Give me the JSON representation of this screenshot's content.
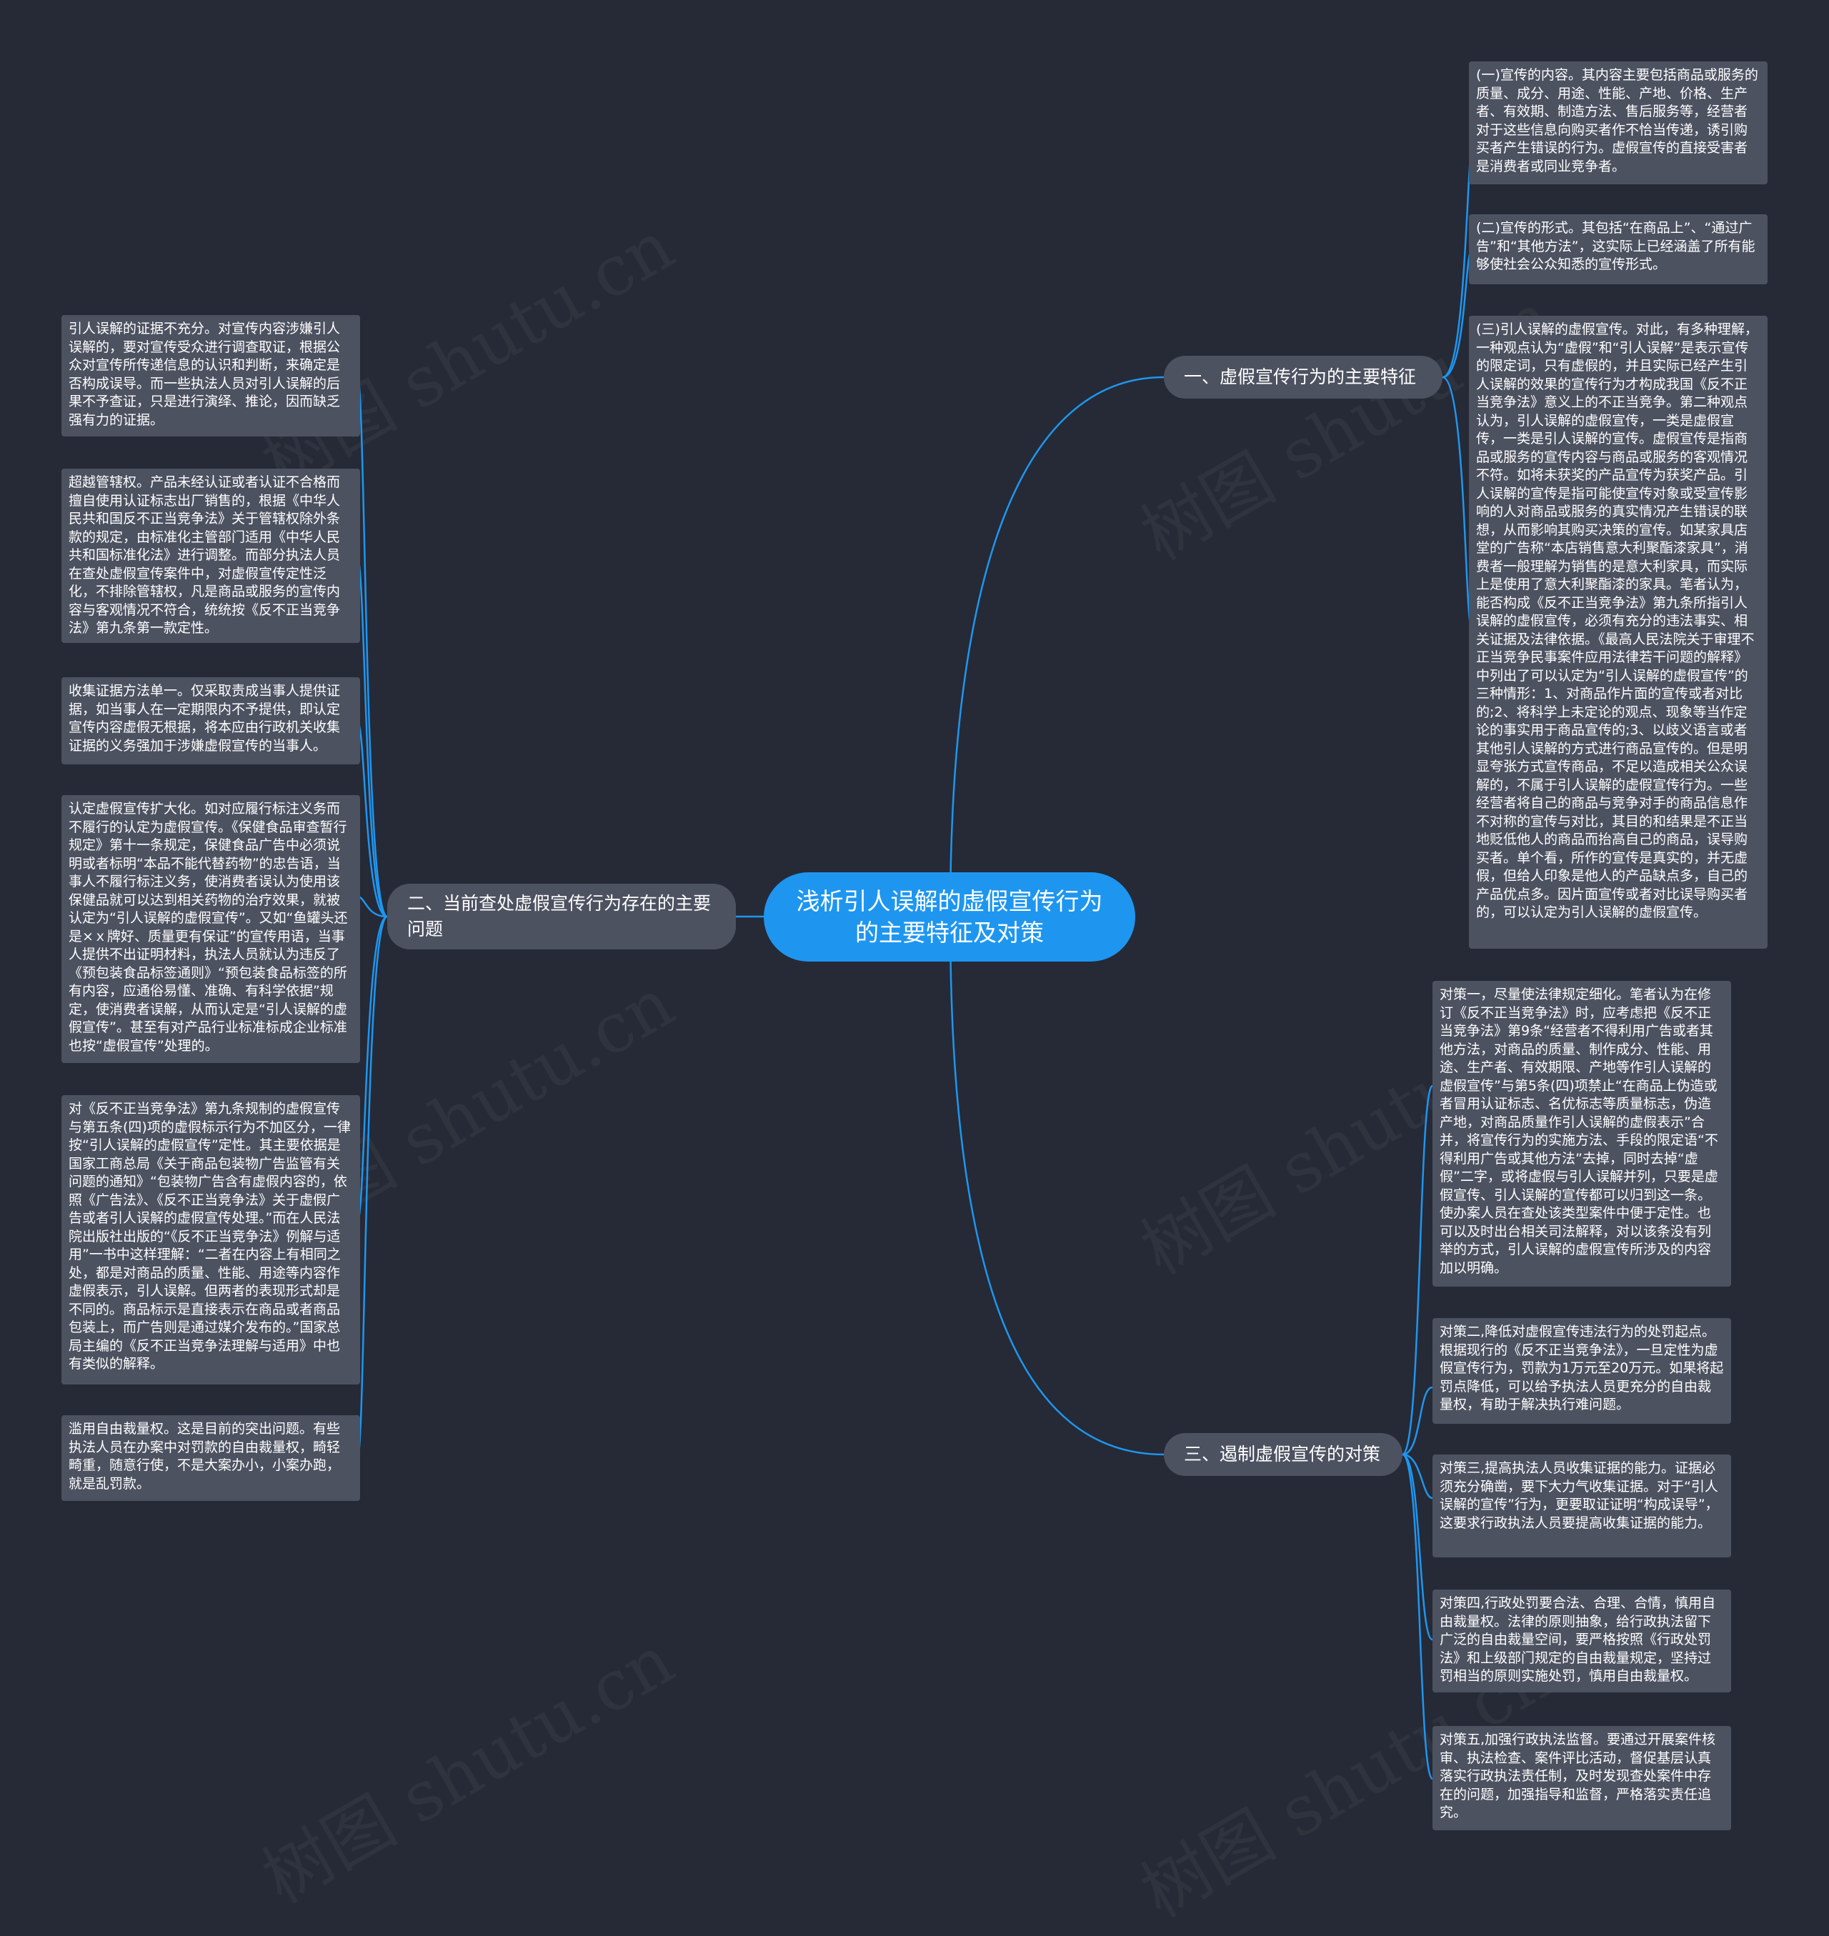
{
  "root": {
    "title": "浅析引人误解的虚假宣传行为的主要特征及对策"
  },
  "branches": [
    {
      "label": "一、虚假宣传行为的主要特征"
    },
    {
      "label": "二、当前查处虚假宣传行为存在的主要问题"
    },
    {
      "label": "三、遏制虚假宣传的对策"
    }
  ],
  "features": [
    "(一)宣传的内容。其内容主要包括商品或服务的质量、成分、用途、性能、产地、价格、生产者、有效期、制造方法、售后服务等，经营者对于这些信息向购买者作不恰当传递，诱引购买者产生错误的行为。虚假宣传的直接受害者是消费者或同业竞争者。",
    "(二)宣传的形式。其包括“在商品上”、“通过广告”和“其他方法”，这实际上已经涵盖了所有能够使社会公众知悉的宣传形式。",
    "(三)引人误解的虚假宣传。对此，有多种理解，一种观点认为“虚假”和“引人误解”是表示宣传的限定词，只有虚假的，并且实际已经产生引人误解的效果的宣传行为才构成我国《反不正当竞争法》意义上的不正当竞争。第二种观点认为，引人误解的虚假宣传，一类是虚假宣传，一类是引人误解的宣传。虚假宣传是指商品或服务的宣传内容与商品或服务的客观情况不符。如将未获奖的产品宣传为获奖产品。引人误解的宣传是指可能使宣传对象或受宣传影响的人对商品或服务的真实情况产生错误的联想，从而影响其购买决策的宣传。如某家具店堂的广告称“本店销售意大利聚酯漆家具”，消费者一般理解为销售的是意大利家具，而实际上是使用了意大利聚酯漆的家具。笔者认为，能否构成《反不正当竞争法》第九条所指引人误解的虚假宣传，必须有充分的违法事实、相关证据及法律依据。《最高人民法院关于审理不正当竞争民事案件应用法律若干问题的解释》中列出了可以认定为“引人误解的虚假宣传”的三种情形：1、对商品作片面的宣传或者对比的;2、将科学上未定论的观点、现象等当作定论的事实用于商品宣传的;3、以歧义语言或者其他引人误解的方式进行商品宣传的。但是明显夸张方式宣传商品，不足以造成相关公众误解的，不属于引人误解的虚假宣传行为。一些经营者将自己的商品与竞争对手的商品信息作不对称的宣传与对比，其目的和结果是不正当地贬低他人的商品而抬高自己的商品，误导购买者。单个看，所作的宣传是真实的，并无虚假，但给人印象是他人的产品缺点多，自己的产品优点多。因片面宣传或者对比误导购买者的，可以认定为引人误解的虚假宣传。"
  ],
  "problems": [
    "引人误解的证据不充分。对宣传内容涉嫌引人误解的，要对宣传受众进行调查取证，根据公众对宣传所传递信息的认识和判断，来确定是否构成误导。而一些执法人员对引人误解的后果不予查证，只是进行演绎、推论，因而缺乏强有力的证据。",
    "超越管辖权。产品未经认证或者认证不合格而擅自使用认证标志出厂销售的，根据《中华人民共和国反不正当竞争法》关于管辖权除外条款的规定，由标准化主管部门适用《中华人民共和国标准化法》进行调整。而部分执法人员在查处虚假宣传案件中，对虚假宣传定性泛化，不排除管辖权，凡是商品或服务的宣传内容与客观情况不符合，统统按《反不正当竞争法》第九条第一款定性。",
    "收集证据方法单一。仅采取责成当事人提供证据，如当事人在一定期限内不予提供，即认定宣传内容虚假无根据，将本应由行政机关收集证据的义务强加于涉嫌虚假宣传的当事人。",
    "认定虚假宣传扩大化。如对应履行标注义务而不履行的认定为虚假宣传。《保健食品审查暂行规定》第十一条规定，保健食品广告中必须说明或者标明“本品不能代替药物”的忠告语，当事人不履行标注义务，使消费者误认为使用该保健品就可以达到相关药物的治疗效果，就被认定为“引人误解的虚假宣传”。又如“鱼罐头还是×ｘ牌好、质量更有保证”的宣传用语，当事人提供不出证明材料，执法人员就认为违反了《预包装食品标签通则》“预包装食品标签的所有内容，应通俗易懂、准确、有科学依据”规定，使消费者误解，从而认定是“引人误解的虚假宣传”。甚至有对产品行业标准标成企业标准也按“虚假宣传”处理的。",
    "对《反不正当竞争法》第九条规制的虚假宣传与第五条(四)项的虚假标示行为不加区分，一律按“引人误解的虚假宣传”定性。其主要依据是国家工商总局《关于商品包装物广告监管有关问题的通知》“包装物广告含有虚假内容的，依照《广告法》、《反不正当竞争法》关于虚假广告或者引人误解的虚假宣传处理。”而在人民法院出版社出版的“《反不正当竞争法》例解与适用”一书中这样理解：“二者在内容上有相同之处，都是对商品的质量、性能、用途等内容作虚假表示，引人误解。但两者的表现形式却是不同的。商品标示是直接表示在商品或者商品包装上，而广告则是通过媒介发布的。”国家总局主编的《反不正当竞争法理解与适用》中也有类似的解释。",
    "滥用自由裁量权。这是目前的突出问题。有些执法人员在办案中对罚款的自由裁量权，畸轻畸重，随意行使，不是大案办小，小案办跑，就是乱罚款。"
  ],
  "countermeasures": [
    "对策一，尽量使法律规定细化。笔者认为在修订《反不正当竞争法》时，应考虑把《反不正当竞争法》第9条“经营者不得利用广告或者其他方法，对商品的质量、制作成分、性能、用途、生产者、有效期限、产地等作引人误解的虚假宣传”与第5条(四)项禁止“在商品上伪造或者冒用认证标志、名优标志等质量标志，伪造产地，对商品质量作引人误解的虚假表示”合并，将宣传行为的实施方法、手段的限定语“不得利用广告或其他方法”去掉，同时去掉“虚假”二字，或将虚假与引人误解并列，只要是虚假宣传、引人误解的宣传都可以归到这一条。使办案人员在查处该类型案件中便于定性。也可以及时出台相关司法解释，对以该条没有列举的方式，引人误解的虚假宣传所涉及的内容加以明确。",
    "对策二,降低对虚假宣传违法行为的处罚起点。根据现行的《反不正当竞争法》，一旦定性为虚假宣传行为，罚款为1万元至20万元。如果将起罚点降低，可以给予执法人员更充分的自由裁量权，有助于解决执行难问题。",
    "对策三,提高执法人员收集证据的能力。证据必须充分确凿，要下大力气收集证据。对于“引人误解的宣传”行为，更要取证证明“构成误导”，这要求行政执法人员要提高收集证据的能力。",
    "对策四,行政处罚要合法、合理、合情，慎用自由裁量权。法律的原则抽象，给行政执法留下广泛的自由裁量空间，要严格按照《行政处罚法》和上级部门规定的自由裁量规定，坚持过罚相当的原则实施处罚，慎用自由裁量权。",
    "对策五,加强行政执法监督。要通过开展案件核审、执法检查、案件评比活动，督促基层认真落实行政执法责任制，及时发现查处案件中存在的问题，加强指导和监督，严格落实责任追究。"
  ],
  "watermark": "树图 shutu.cn",
  "colors": {
    "background": "#252a36",
    "root": "#1e96f0",
    "node": "#4d5261",
    "link": "#1e96f0"
  }
}
